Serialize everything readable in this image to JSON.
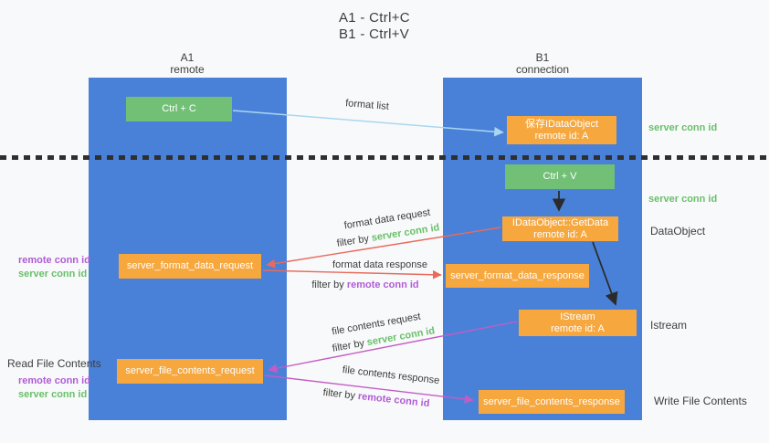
{
  "title": {
    "line1": "A1 - Ctrl+C",
    "line2": "B1 - Ctrl+V"
  },
  "lanes": {
    "left": {
      "name": "A1",
      "subtitle": "remote"
    },
    "right": {
      "name": "B1",
      "subtitle": "connection"
    }
  },
  "nodes": {
    "ctrl_c": {
      "label": "Ctrl + C"
    },
    "ctrl_v": {
      "label": "Ctrl + V"
    },
    "save_dataobject": {
      "line1": "保存IDataObject",
      "line2": "remote id: A"
    },
    "getdata": {
      "line1": "IDataObject::GetData",
      "line2": "remote id: A"
    },
    "istream": {
      "line1": "IStream",
      "line2": "remote id: A"
    },
    "format_request": {
      "label": "server_format_data_request"
    },
    "format_response": {
      "label": "server_format_data_response"
    },
    "file_request": {
      "label": "server_file_contents_request"
    },
    "file_response": {
      "label": "server_file_contents_response"
    }
  },
  "arrow_labels": {
    "format_list": "format list",
    "format_data_request": "format data request",
    "format_data_response": "format data response",
    "file_contents_request": "file contents request",
    "file_contents_response": "file contents response",
    "filter_by": "filter by",
    "server_conn_id": "server conn id",
    "remote_conn_id": "remote conn id"
  },
  "side_labels": {
    "right_server_conn_id_1": "server conn id",
    "right_server_conn_id_2": "server conn id",
    "dataobject": "DataObject",
    "istream": "Istream",
    "write_file_contents": "Write File Contents",
    "left_remote_conn_id_1": "remote conn id",
    "left_server_conn_id_1": "server conn id",
    "read_file_contents": "Read File Contents",
    "left_remote_conn_id_2": "remote conn id",
    "left_server_conn_id_2": "server conn id"
  },
  "colors": {
    "lane_blue": "#4a81d8",
    "node_green": "#72c076",
    "node_orange": "#f6a73e",
    "label_green": "#6abf6b",
    "label_purple": "#b05cd6",
    "arrow_red": "#e96a5c",
    "arrow_magenta": "#c55bc5",
    "arrow_blue": "#a9d7f0",
    "arrow_black": "#2b2b2b",
    "text_dark": "#3d3d3d",
    "background": "#f8f9fa"
  }
}
